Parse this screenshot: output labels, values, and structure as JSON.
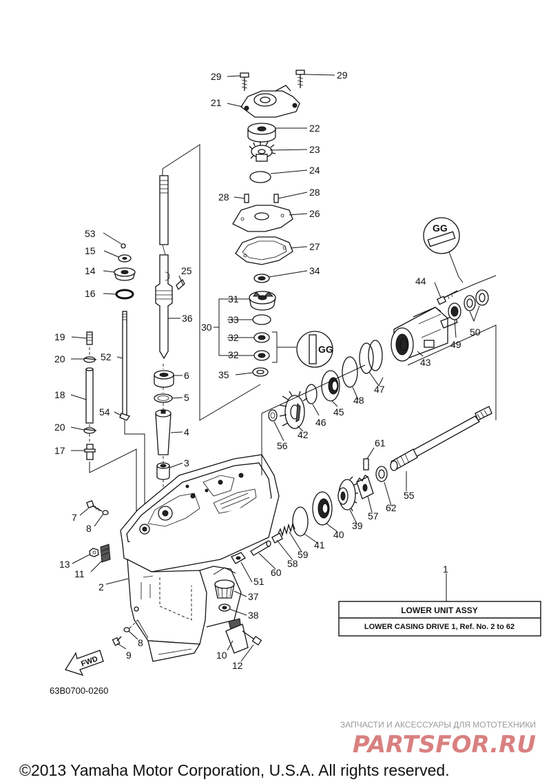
{
  "diagram": {
    "labels": [
      "1",
      "2",
      "3",
      "4",
      "5",
      "6",
      "7",
      "8",
      "9",
      "10",
      "11",
      "12",
      "13",
      "14",
      "15",
      "16",
      "17",
      "18",
      "19",
      "20",
      "21",
      "22",
      "23",
      "24",
      "25",
      "26",
      "27",
      "28",
      "29",
      "30",
      "31",
      "32",
      "33",
      "34",
      "35",
      "36",
      "37",
      "38",
      "39",
      "40",
      "41",
      "42",
      "43",
      "44",
      "45",
      "46",
      "47",
      "48",
      "49",
      "50",
      "51",
      "52",
      "53",
      "54",
      "55",
      "56",
      "57",
      "58",
      "59",
      "60",
      "61",
      "62"
    ],
    "legend_box": {
      "title": "LOWER  UNIT ASSY",
      "subtitle": "LOWER CASING DRIVE 1, Ref. No. 2 to 62"
    },
    "drawing_code": "63B0700-0260",
    "fwd_label": "FWD",
    "grease_symbol": "GG"
  },
  "watermark": {
    "caption": "ЗАПЧАСТИ И АКСЕССУАРЫ ДЛЯ МОТОТЕХНИКИ",
    "brand": "PARTSFOR.RU"
  },
  "footer": {
    "copyright": "©2013 Yamaha Motor Corporation, U.S.A. All rights reserved."
  }
}
